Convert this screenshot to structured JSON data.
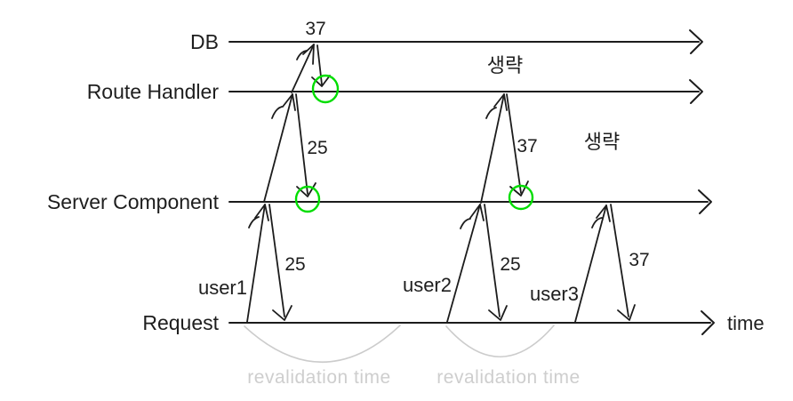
{
  "diagram": {
    "lifelines": [
      {
        "label": "DB"
      },
      {
        "label": "Route Handler"
      },
      {
        "label": "Server Component"
      },
      {
        "label": "Request"
      }
    ],
    "axis_label": "time",
    "users": [
      {
        "label": "user1"
      },
      {
        "label": "user2"
      },
      {
        "label": "user3"
      }
    ],
    "measurements": [
      {
        "value": "37"
      },
      {
        "value": "25"
      },
      {
        "value": "25"
      },
      {
        "value": "37"
      },
      {
        "value": "25"
      },
      {
        "value": "37"
      }
    ],
    "omitted": [
      {
        "text": "생략"
      },
      {
        "text": "생략"
      }
    ],
    "revalidation": [
      {
        "text": "revalidation time"
      },
      {
        "text": "revalidation time"
      }
    ],
    "colors": {
      "line": "#1c1c1c",
      "highlight": "#00dd00",
      "muted": "#cccccc"
    }
  }
}
